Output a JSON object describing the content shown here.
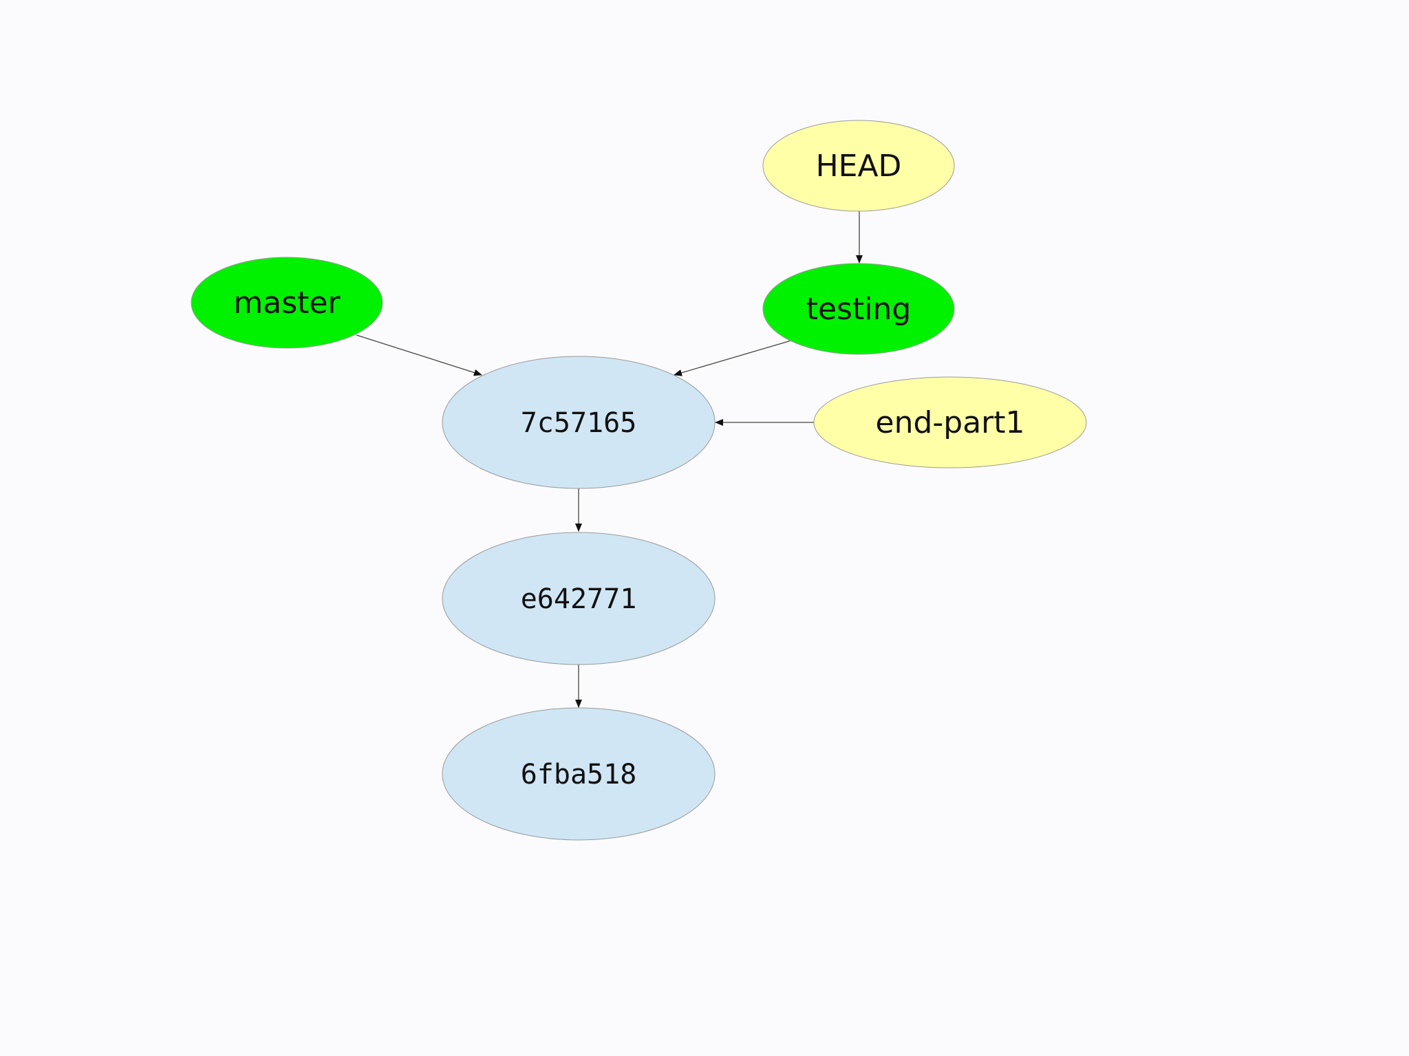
{
  "graph": {
    "colors": {
      "background": "#fbfbfd",
      "commit": "#d0e6f5",
      "branch": "#00f200",
      "ref": "#ffffa8",
      "edge": "#444444",
      "text": "#111111"
    },
    "nodes": {
      "head": {
        "label": "HEAD",
        "kind": "ref"
      },
      "master": {
        "label": "master",
        "kind": "branch"
      },
      "testing": {
        "label": "testing",
        "kind": "branch"
      },
      "end_part1": {
        "label": "end-part1",
        "kind": "ref"
      },
      "c1": {
        "label": "7c57165",
        "kind": "commit"
      },
      "c2": {
        "label": "e642771",
        "kind": "commit"
      },
      "c3": {
        "label": "6fba518",
        "kind": "commit"
      }
    },
    "edges": [
      {
        "from": "HEAD",
        "to": "testing"
      },
      {
        "from": "master",
        "to": "7c57165"
      },
      {
        "from": "testing",
        "to": "7c57165"
      },
      {
        "from": "end-part1",
        "to": "7c57165"
      },
      {
        "from": "7c57165",
        "to": "e642771"
      },
      {
        "from": "e642771",
        "to": "6fba518"
      }
    ]
  }
}
